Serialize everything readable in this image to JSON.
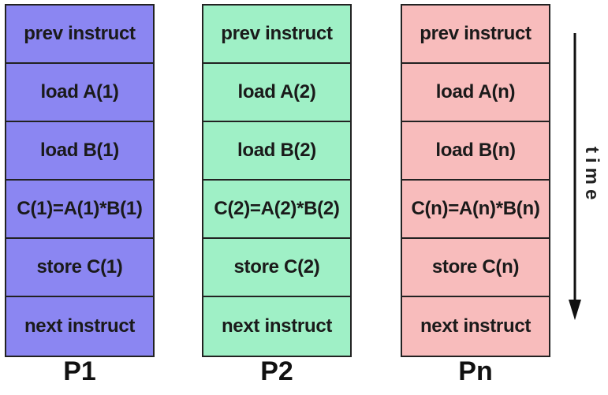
{
  "processors": [
    {
      "label": "P1",
      "color": "#8b86f2",
      "steps": [
        "prev instruct",
        "load A(1)",
        "load B(1)",
        "C(1)=A(1)*B(1)",
        "store C(1)",
        "next instruct"
      ]
    },
    {
      "label": "P2",
      "color": "#9ff0c6",
      "steps": [
        "prev instruct",
        "load A(2)",
        "load B(2)",
        "C(2)=A(2)*B(2)",
        "store C(2)",
        "next instruct"
      ]
    },
    {
      "label": "Pn",
      "color": "#f8bcbc",
      "steps": [
        "prev instruct",
        "load A(n)",
        "load B(n)",
        "C(n)=A(n)*B(n)",
        "store C(n)",
        "next instruct"
      ]
    }
  ],
  "time_label": "time"
}
